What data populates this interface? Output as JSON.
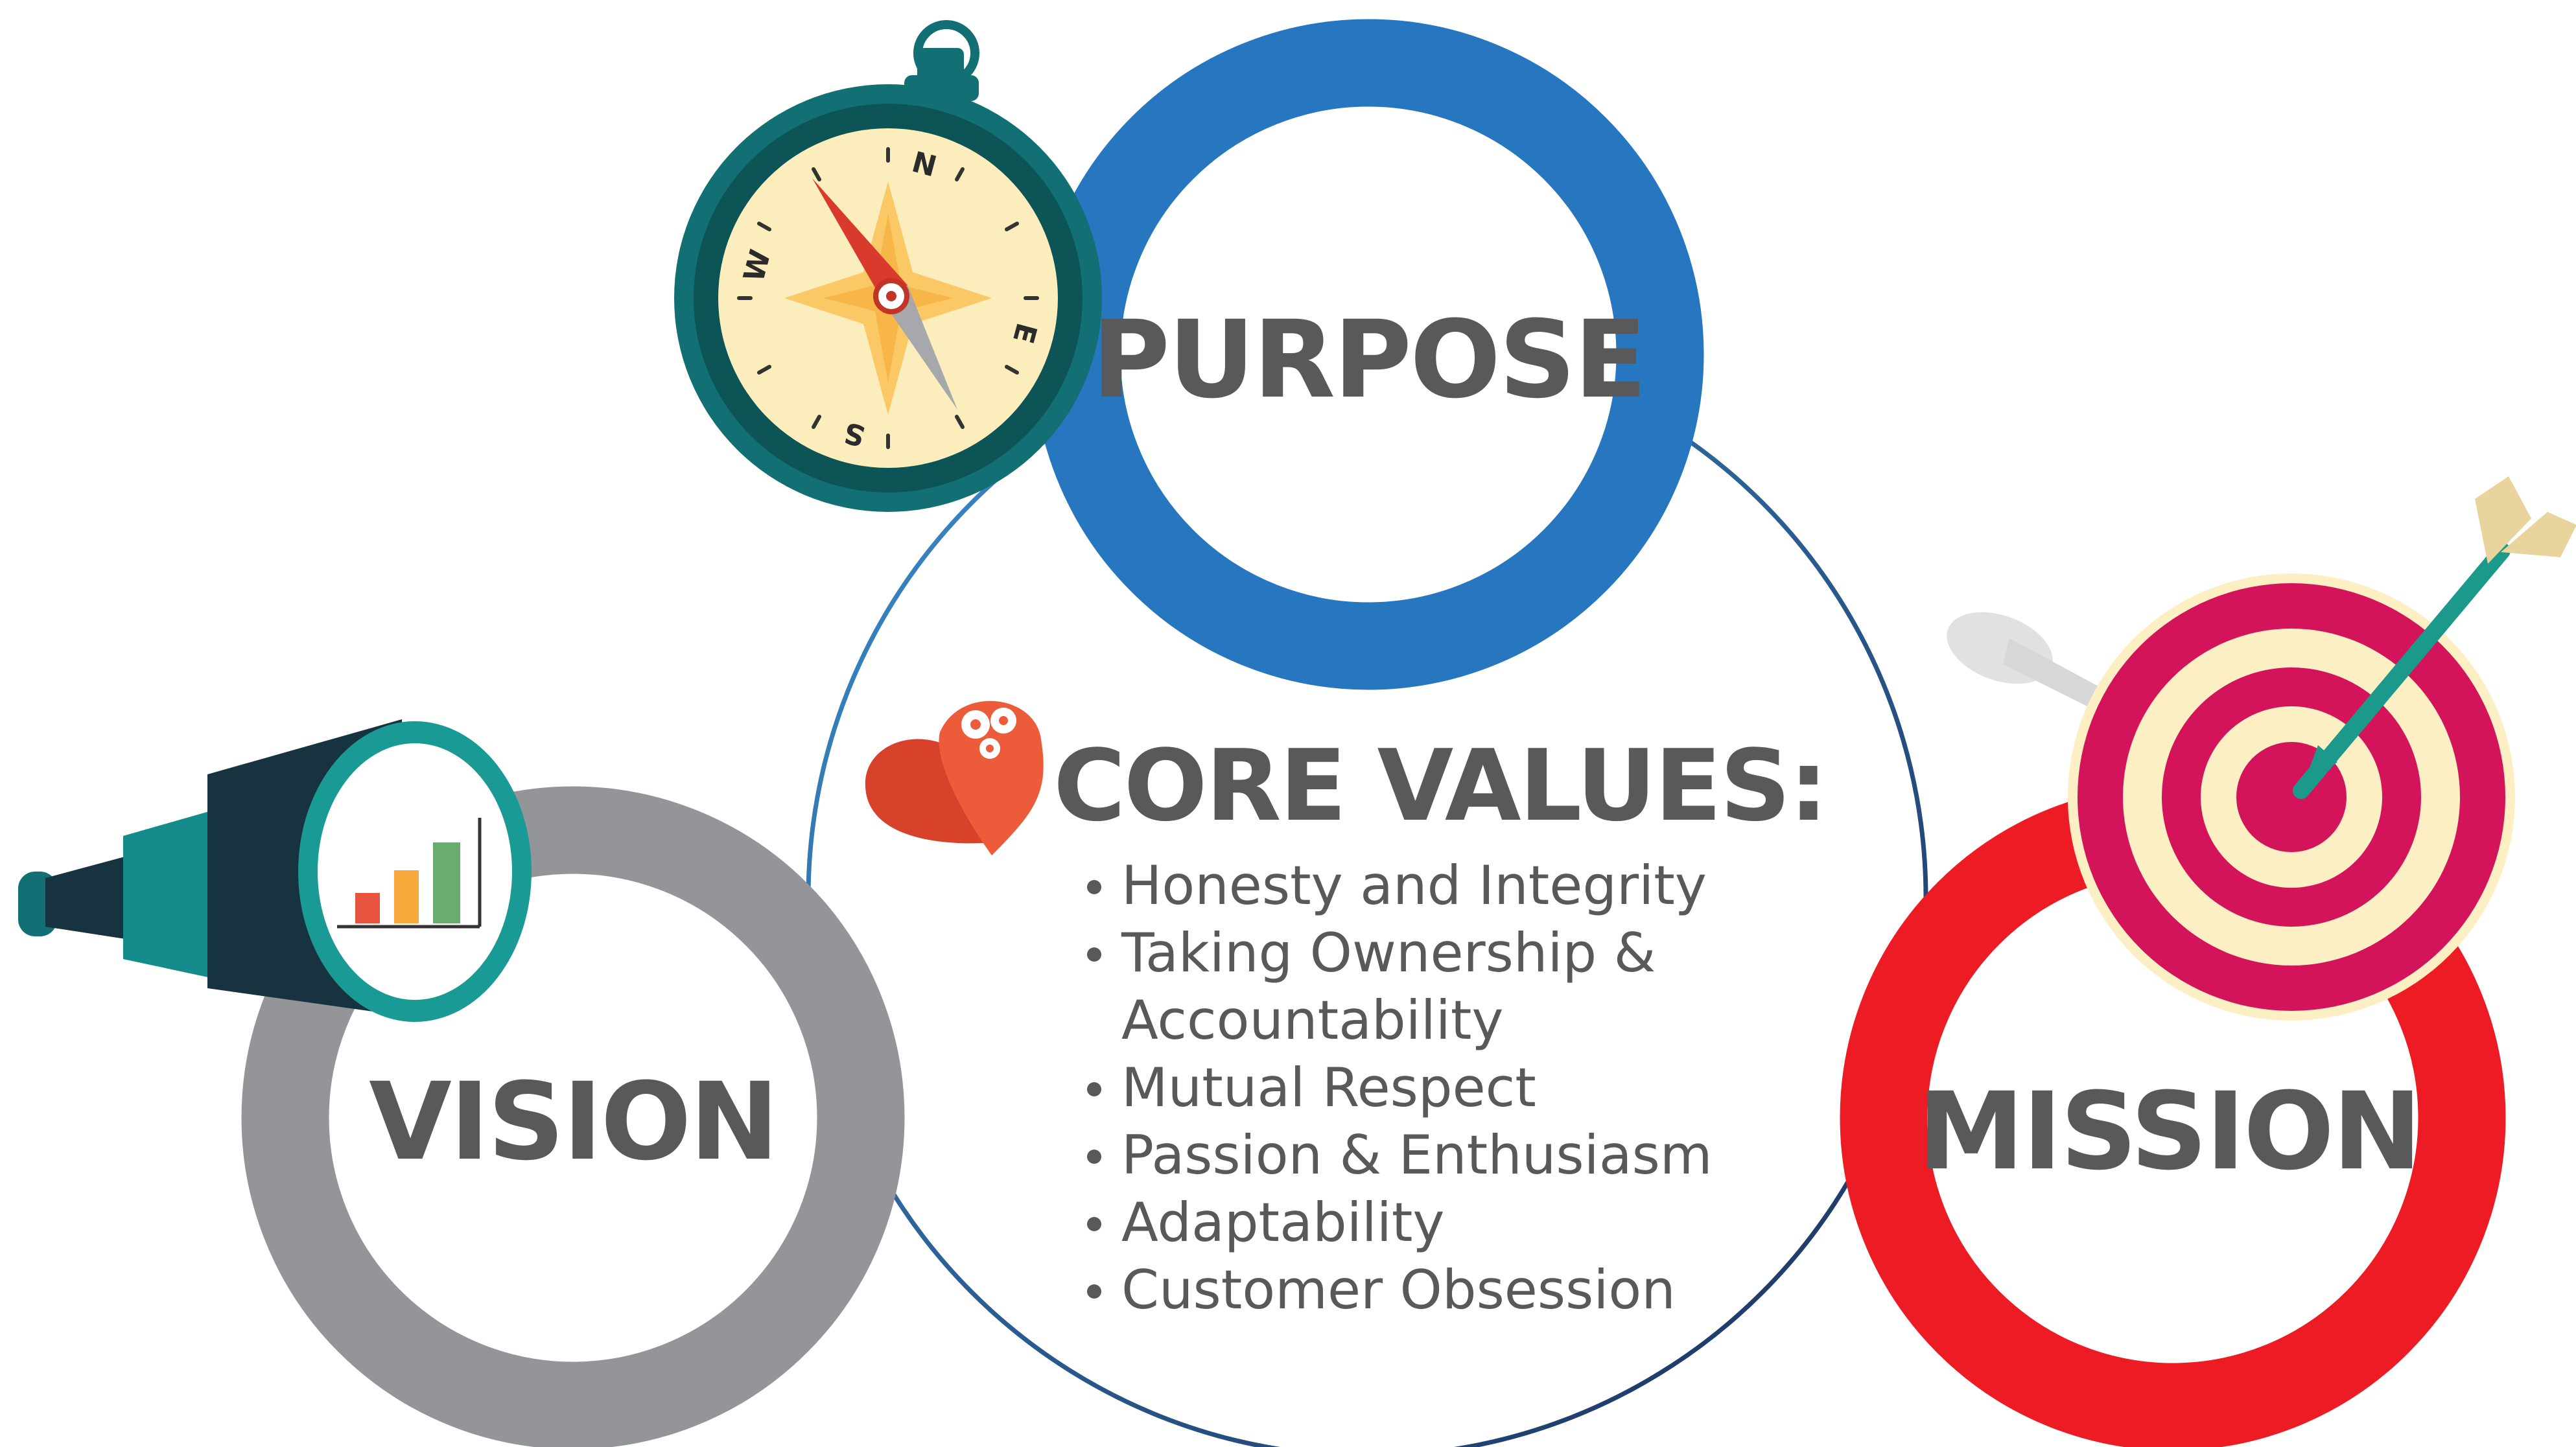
{
  "purpose": {
    "title": "PURPOSE",
    "ring_color": "#2776c0"
  },
  "vision": {
    "title": "VISION",
    "ring_color": "#939598"
  },
  "mission": {
    "title": "MISSION",
    "ring_color": "#ed1c24"
  },
  "core_values": {
    "title": "CORE VALUES:",
    "outline_color": "#1e3f6b",
    "items": [
      {
        "lines": [
          "Honesty and Integrity"
        ]
      },
      {
        "lines": [
          "Taking Ownership &",
          "Accountability"
        ]
      },
      {
        "lines": [
          "Mutual Respect"
        ]
      },
      {
        "lines": [
          "Passion & Enthusiasm"
        ]
      },
      {
        "lines": [
          "Adaptability"
        ]
      },
      {
        "lines": [
          "Customer Obsession"
        ]
      }
    ]
  },
  "compass": {
    "letters": {
      "n": "N",
      "e": "E",
      "s": "S",
      "w": "W"
    },
    "icon": "compass-icon"
  },
  "icons": {
    "telescope": "telescope-icon",
    "target": "dartboard-target-icon",
    "heart": "heart-gears-icon",
    "chart": "bar-chart-icon"
  },
  "chart_colors": [
    "#e8553f",
    "#f7a93b",
    "#6aab6f"
  ]
}
